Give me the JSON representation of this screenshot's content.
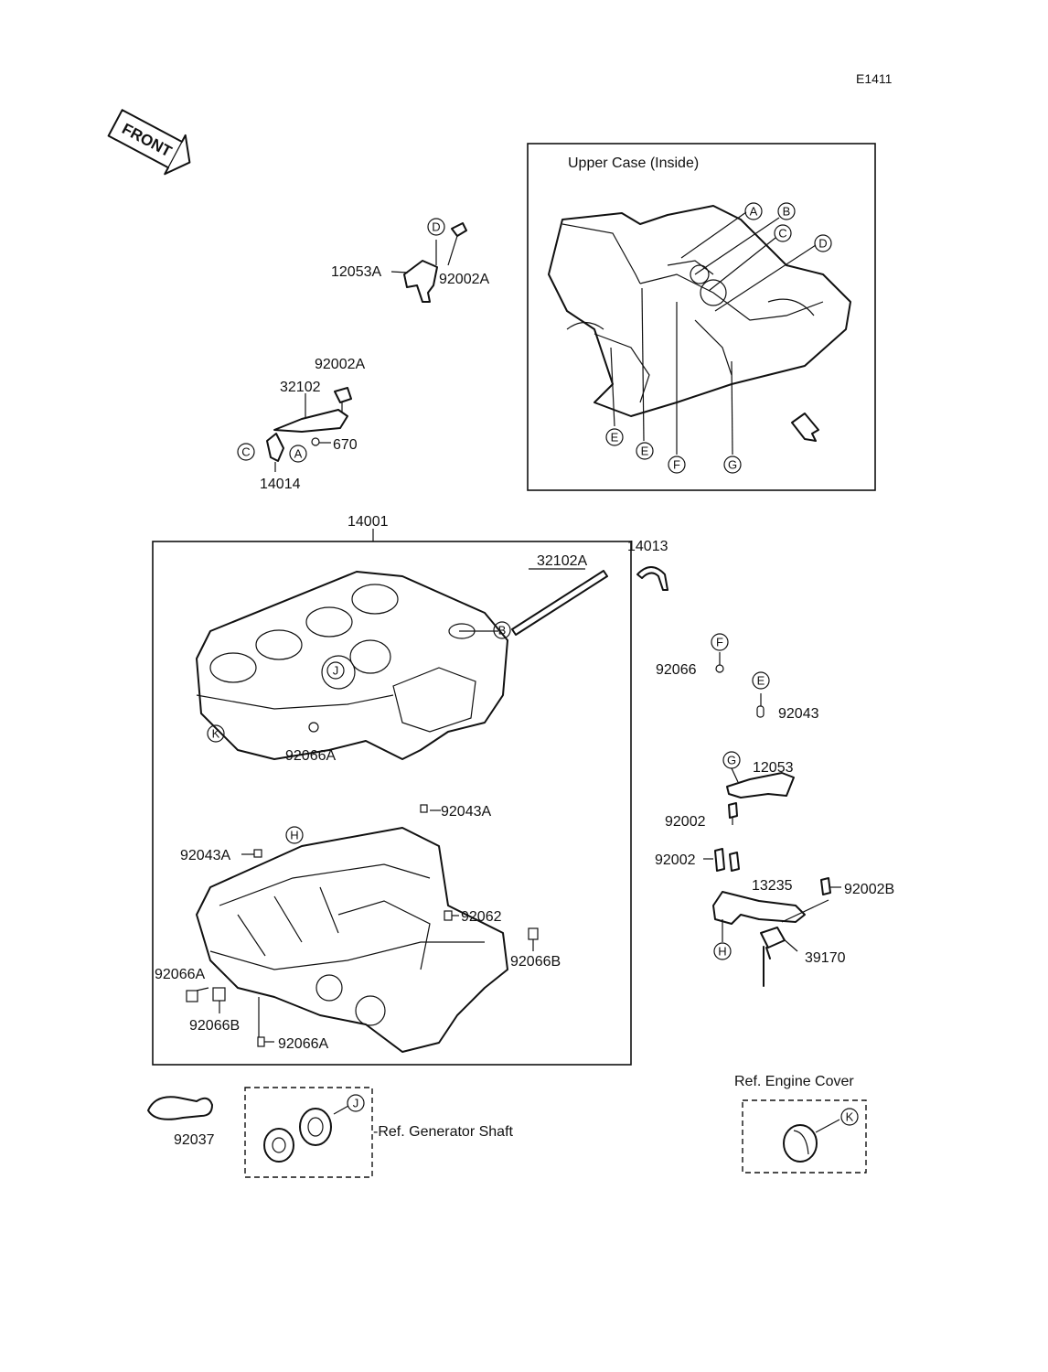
{
  "page_code": "E1411",
  "front_arrow": "FRONT",
  "upper_case_title": "Upper Case (Inside)",
  "ref_engine_cover": "Ref. Engine Cover",
  "ref_generator_shaft": "-Ref. Generator Shaft",
  "parts": {
    "p12053A": "12053A",
    "p92002A_top": "92002A",
    "p92002A_mid": "92002A",
    "p32102": "32102",
    "p670": "670",
    "p14014": "14014",
    "p14001": "14001",
    "p32102A": "32102A",
    "p14013": "14013",
    "p92066_f": "92066",
    "p92043_e": "92043",
    "p12053": "12053",
    "p92002_g": "92002",
    "p92002_h": "92002",
    "p13235": "13235",
    "p92002B": "92002B",
    "p39170": "39170",
    "p92066A_upper": "92066A",
    "p92043A_right": "92043A",
    "p92043A_left": "92043A",
    "p92062": "92062",
    "p92066B_right": "92066B",
    "p92066A_left": "92066A",
    "p92066B_left": "92066B",
    "p92066A_bottom": "92066A",
    "p92037": "92037"
  },
  "callouts": {
    "A": "A",
    "B": "B",
    "C": "C",
    "D": "D",
    "E": "E",
    "F": "F",
    "G": "G",
    "H": "H",
    "J": "J",
    "K": "K"
  }
}
